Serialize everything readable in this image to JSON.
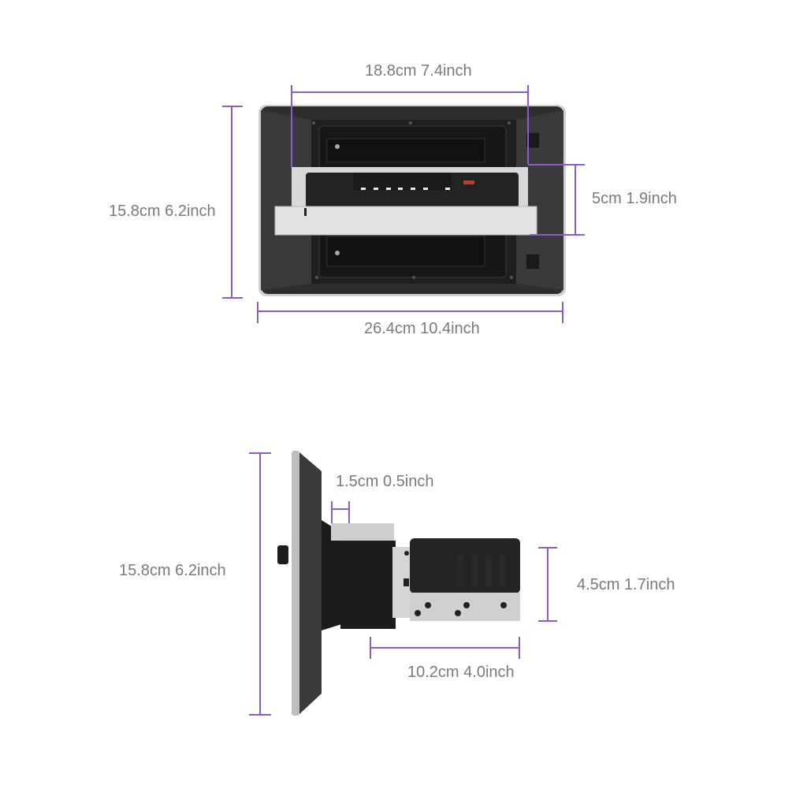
{
  "colors": {
    "dimension_line": "#8a5cd0",
    "label_text": "#7a7a7a",
    "device_body": "#2b2b2b",
    "device_frame": "#c8c8c8",
    "chassis_metal": "#d9d9d9"
  },
  "front_view": {
    "top_inner_width": "18.8cm 7.4inch",
    "height": "15.8cm 6.2inch",
    "chassis_height": "5cm 1.9inch",
    "width": "26.4cm 10.4inch"
  },
  "side_view": {
    "height": "15.8cm 6.2inch",
    "bezel_offset": "1.5cm 0.5inch",
    "chassis_height": "4.5cm 1.7inch",
    "chassis_depth": "10.2cm 4.0inch"
  }
}
